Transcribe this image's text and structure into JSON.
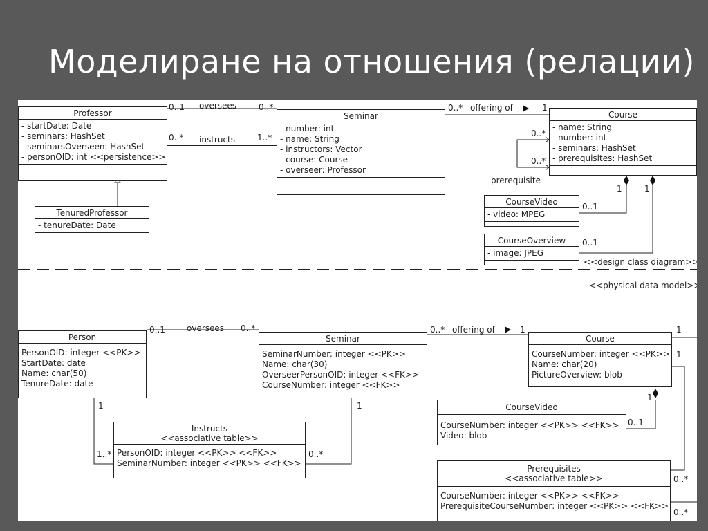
{
  "slide_title": "Моделиране на отношения (релации)",
  "design": {
    "professor": {
      "name": "Professor",
      "attrs": [
        "- startDate: Date",
        "- seminars: HashSet",
        "- seminarsOverseen: HashSet",
        "- personOID: int <<persistence>>"
      ]
    },
    "tenured": {
      "name": "TenuredProfessor",
      "attrs": [
        "- tenureDate: Date"
      ]
    },
    "seminar": {
      "name": "Seminar",
      "attrs": [
        "- number: int",
        "- name: String",
        "- instructors: Vector",
        "- course: Course",
        "- overseer: Professor"
      ]
    },
    "course": {
      "name": "Course",
      "attrs": [
        "- name: String",
        "- number: int",
        "- seminars: HashSet",
        "- prerequisites: HashSet"
      ]
    },
    "coursevideo": {
      "name": "CourseVideo",
      "attrs": [
        "- video: MPEG"
      ]
    },
    "courseoverview": {
      "name": "CourseOverview",
      "attrs": [
        "- image: JPEG"
      ]
    },
    "labels": {
      "oversees": "oversees",
      "instructs": "instructs",
      "offering_of": "offering of",
      "prerequisite": "prerequisite",
      "m_01": "0..1",
      "m_0star": "0..*",
      "m_1star": "1..*",
      "m_1": "1",
      "stereotype": "<<design class diagram>>"
    }
  },
  "physical": {
    "stereotype": "<<physical data model>>",
    "person": {
      "name": "Person",
      "attrs": [
        "PersonOID: integer <<PK>>",
        "StartDate: date",
        "Name: char(50)",
        "TenureDate: date"
      ]
    },
    "seminar": {
      "name": "Seminar",
      "attrs": [
        "SeminarNumber: integer <<PK>>",
        "Name: char(30)",
        "OverseerPersonOID: integer <<FK>>",
        "CourseNumber: integer <<FK>>"
      ]
    },
    "course": {
      "name": "Course",
      "attrs": [
        "CourseNumber: integer <<PK>>",
        "Name: char(20)",
        "PictureOverview: blob"
      ]
    },
    "coursevideo": {
      "name": "CourseVideo",
      "attrs": [
        "CourseNumber: integer <<PK>> <<FK>>",
        "Video: blob"
      ]
    },
    "instructs": {
      "name": "Instructs",
      "stereo": "<<associative table>>",
      "attrs": [
        "PersonOID: integer <<PK>> <<FK>>",
        "SeminarNumber: integer <<PK>> <<FK>>"
      ]
    },
    "prerequisites": {
      "name": "Prerequisites",
      "stereo": "<<associative table>>",
      "attrs": [
        "CourseNumber: integer <<PK>> <<FK>>",
        "PrerequisiteCourseNumber: integer <<PK>> <<FK>>"
      ]
    },
    "labels": {
      "oversees": "oversees",
      "offering_of": "offering of",
      "m_01": "0..1",
      "m_0star": "0..*",
      "m_1star": "1..*",
      "m_1": "1"
    }
  }
}
